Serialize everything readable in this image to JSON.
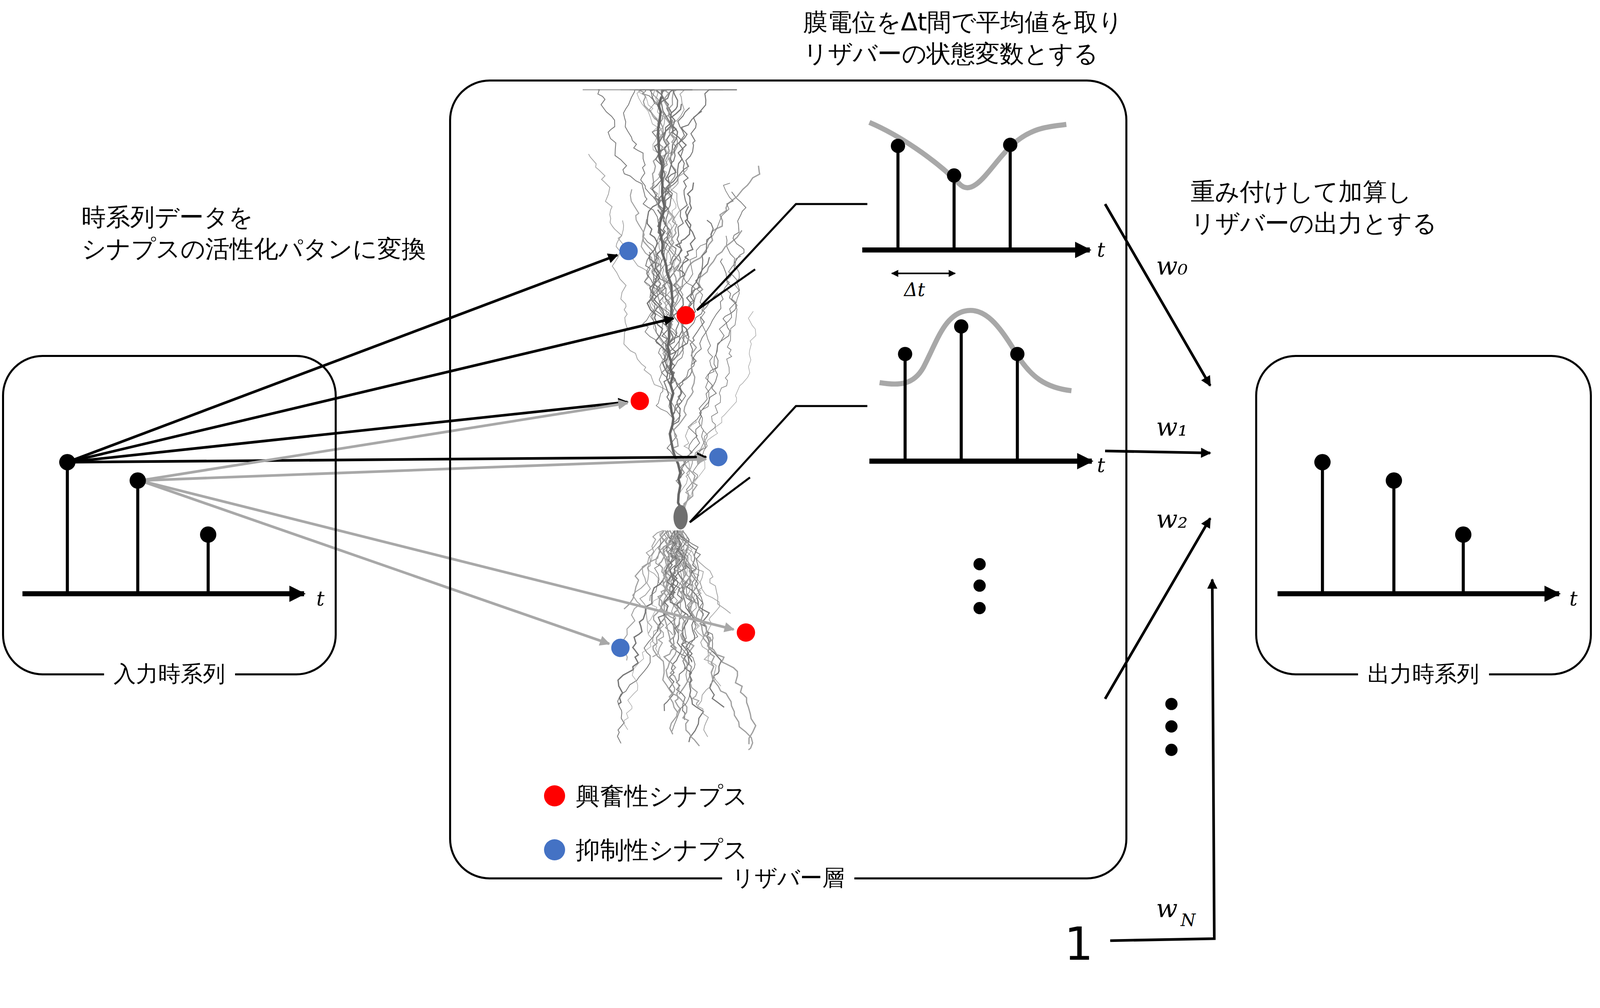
{
  "diagram": {
    "nodes": [
      {
        "text": [
          "入力時系列"
        ]
      },
      {
        "text": [
          "リザバー層"
        ]
      },
      {
        "text": [
          "出力時系列"
        ]
      }
    ],
    "labels": [
      "時系列データを シナプスの活性化パタンに変換",
      "膜電位をΔt間で平均値を取り リザバーの状態変数とする",
      "重み付けして加算し リザバーの出力とする",
      "t",
      "t",
      "Δt",
      "t",
      "w₀",
      "w₁",
      "w₂",
      "w",
      "N",
      "1",
      "t"
    ],
    "legend": [
      {
        "text": "興奮性シナプス",
        "color": "#ff0000"
      },
      {
        "text": "抑制性シナプス",
        "color": "#4472c4"
      }
    ]
  }
}
